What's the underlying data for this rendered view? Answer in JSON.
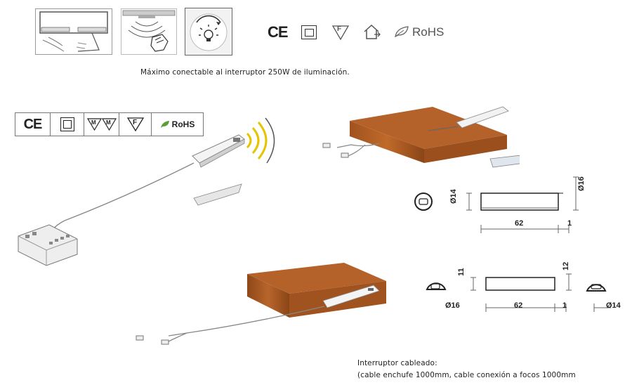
{
  "top_marks": {
    "ce": "CE",
    "fire": "F",
    "rohs": "RoHS"
  },
  "caption_top": "Máximo conectable al interruptor 250W de iluminación.",
  "cert_bar": {
    "ce": "CE",
    "mm": "M",
    "fire": "F",
    "rohs": "RoHS"
  },
  "dimensions": {
    "d16_a": "Ø16",
    "d14_a": "Ø14",
    "len_a": "62",
    "gap_a": "1",
    "h11": "11",
    "h12": "12",
    "d16_b": "Ø16",
    "len_b": "62",
    "gap_b": "1",
    "d14_b": "Ø14"
  },
  "caption_bottom": {
    "line1": "Interruptor cableado:",
    "line2": "(cable enchufe 1000mm, cable conexión a focos 1000mm"
  }
}
